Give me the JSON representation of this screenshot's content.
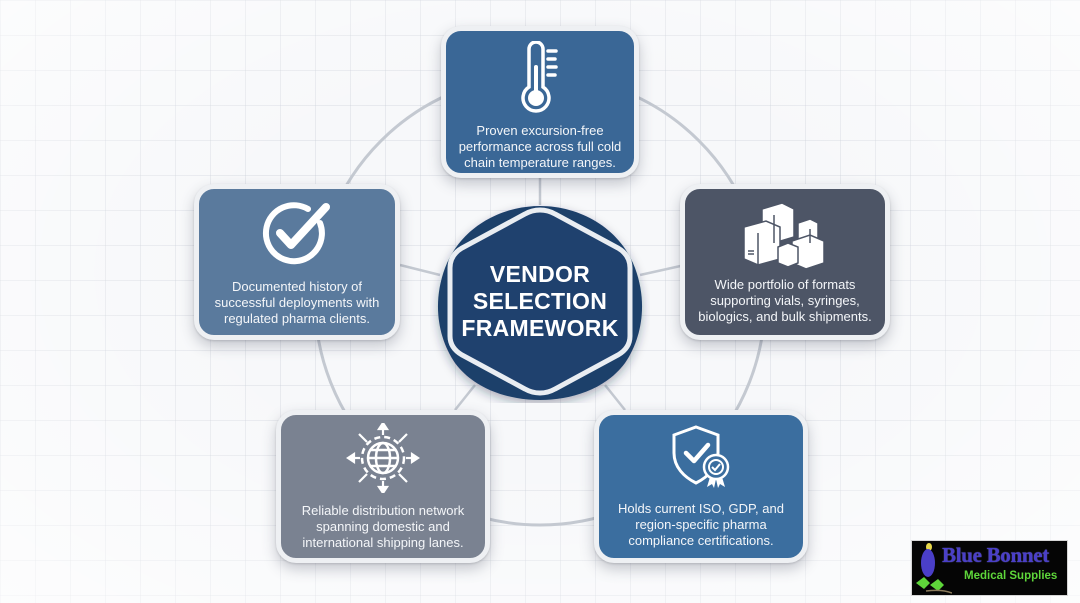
{
  "diagram": {
    "type": "hub-and-spoke",
    "center": {
      "title_lines": [
        "VENDOR",
        "SELECTION",
        "FRAMEWORK"
      ],
      "color": "#1e3f6b"
    },
    "nodes": [
      {
        "id": "temperature",
        "icon": "thermometer-icon",
        "lines": [
          "Proven excursion-free",
          "performance across full cold",
          "chain temperature ranges."
        ],
        "color": "#3a6796"
      },
      {
        "id": "portfolio",
        "icon": "boxes-icon",
        "lines": [
          "Wide portfolio of formats",
          "supporting vials, syringes,",
          "biologics, and bulk shipments."
        ],
        "color": "#4d5566"
      },
      {
        "id": "compliance",
        "icon": "shield-certificate-icon",
        "lines": [
          "Holds current ISO, GDP, and",
          "region-specific pharma",
          "compliance certifications."
        ],
        "color": "#3b6e9f"
      },
      {
        "id": "distribution",
        "icon": "globe-network-icon",
        "lines": [
          "Reliable distribution network",
          "spanning domestic and",
          "international shipping lanes."
        ],
        "color": "#7a8291"
      },
      {
        "id": "track-record",
        "icon": "check-circle-icon",
        "lines": [
          "Documented history of",
          "successful deployments with",
          "regulated pharma clients."
        ],
        "color": "#5a7a9d"
      }
    ]
  },
  "logo": {
    "brand": "Blue Bonnet",
    "subtitle": "Medical Supplies"
  }
}
